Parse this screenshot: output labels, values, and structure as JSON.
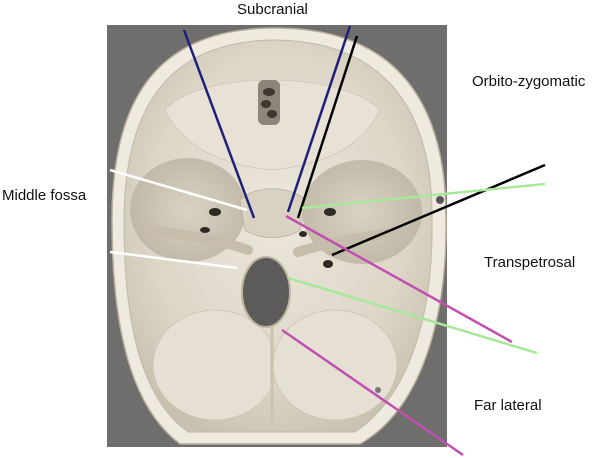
{
  "figure": {
    "labels": {
      "subcranial": "Subcranial",
      "orbito_zygomatic": "Orbito-zygomatic",
      "middle_fossa": "Middle fossa",
      "transpetrosal": "Transpetrosal",
      "far_lateral": "Far lateral"
    },
    "colors": {
      "subcranial": "#1f1f7a",
      "orbito_zygomatic": "#000000",
      "middle_fossa": "#ffffff",
      "transpetrosal": "#a8e89a",
      "far_lateral": "#c050b0",
      "background": "#6f6e6c",
      "bone": "#e3ddd0"
    }
  }
}
